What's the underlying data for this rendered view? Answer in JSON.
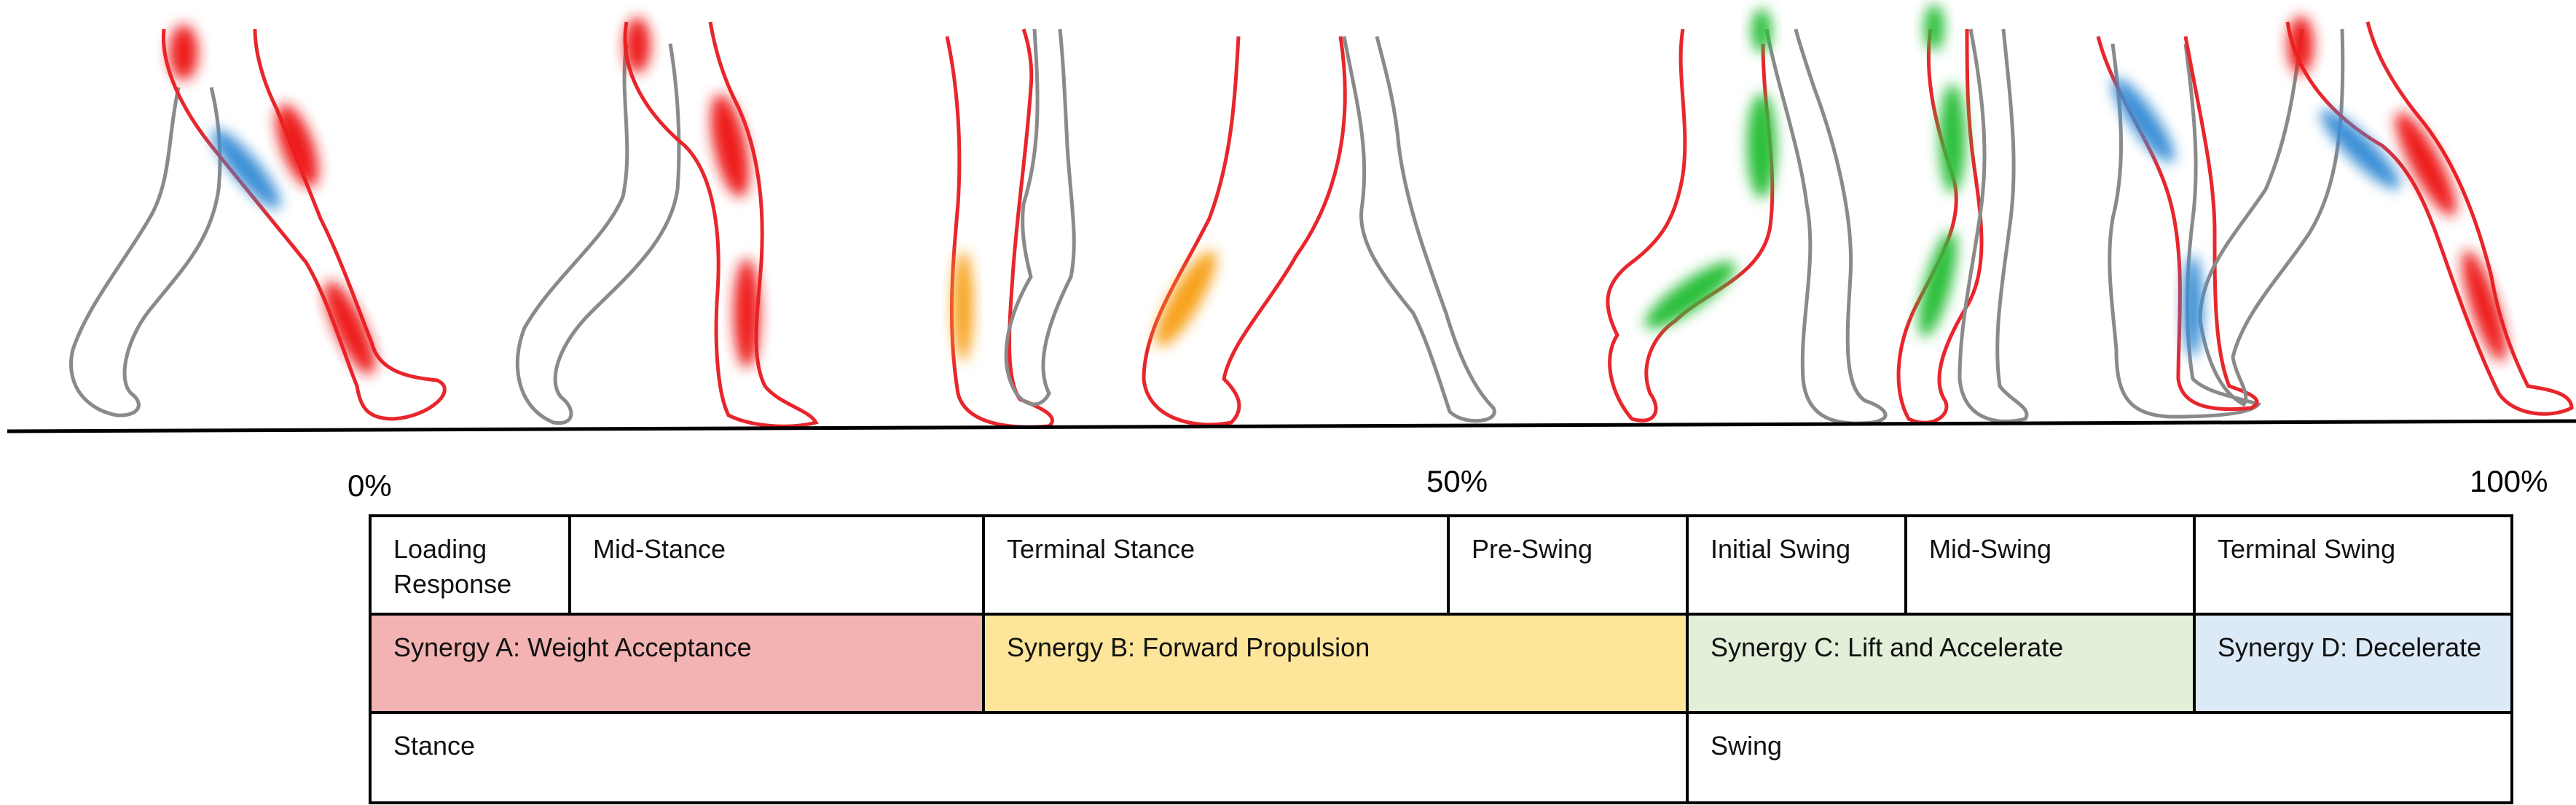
{
  "timeline": {
    "start": "0%",
    "mid": "50%",
    "end": "100%"
  },
  "phases": [
    {
      "label": "Loading\nResponse"
    },
    {
      "label": "Mid-Stance"
    },
    {
      "label": "Terminal Stance"
    },
    {
      "label": "Pre-Swing"
    },
    {
      "label": "Initial Swing"
    },
    {
      "label": "Mid-Swing"
    },
    {
      "label": "Terminal Swing"
    }
  ],
  "synergies": [
    {
      "label": "Synergy A: Weight Acceptance",
      "color": "#f4b3b3"
    },
    {
      "label": "Synergy B: Forward Propulsion",
      "color": "#fde59a"
    },
    {
      "label": "Synergy C: Lift and Accelerate",
      "color": "#e2efd9"
    },
    {
      "label": "Synergy D: Decelerate",
      "color": "#dce9f6"
    }
  ],
  "gait": [
    {
      "label": "Stance"
    },
    {
      "label": "Swing"
    }
  ],
  "colors": {
    "leg_red": "#e8262c",
    "leg_gray": "#8a8a8a",
    "muscle_red": "#ee1c1c",
    "muscle_blue": "#3a8fd6",
    "muscle_orange": "#f7a21b",
    "muscle_green": "#2cbf3a"
  }
}
